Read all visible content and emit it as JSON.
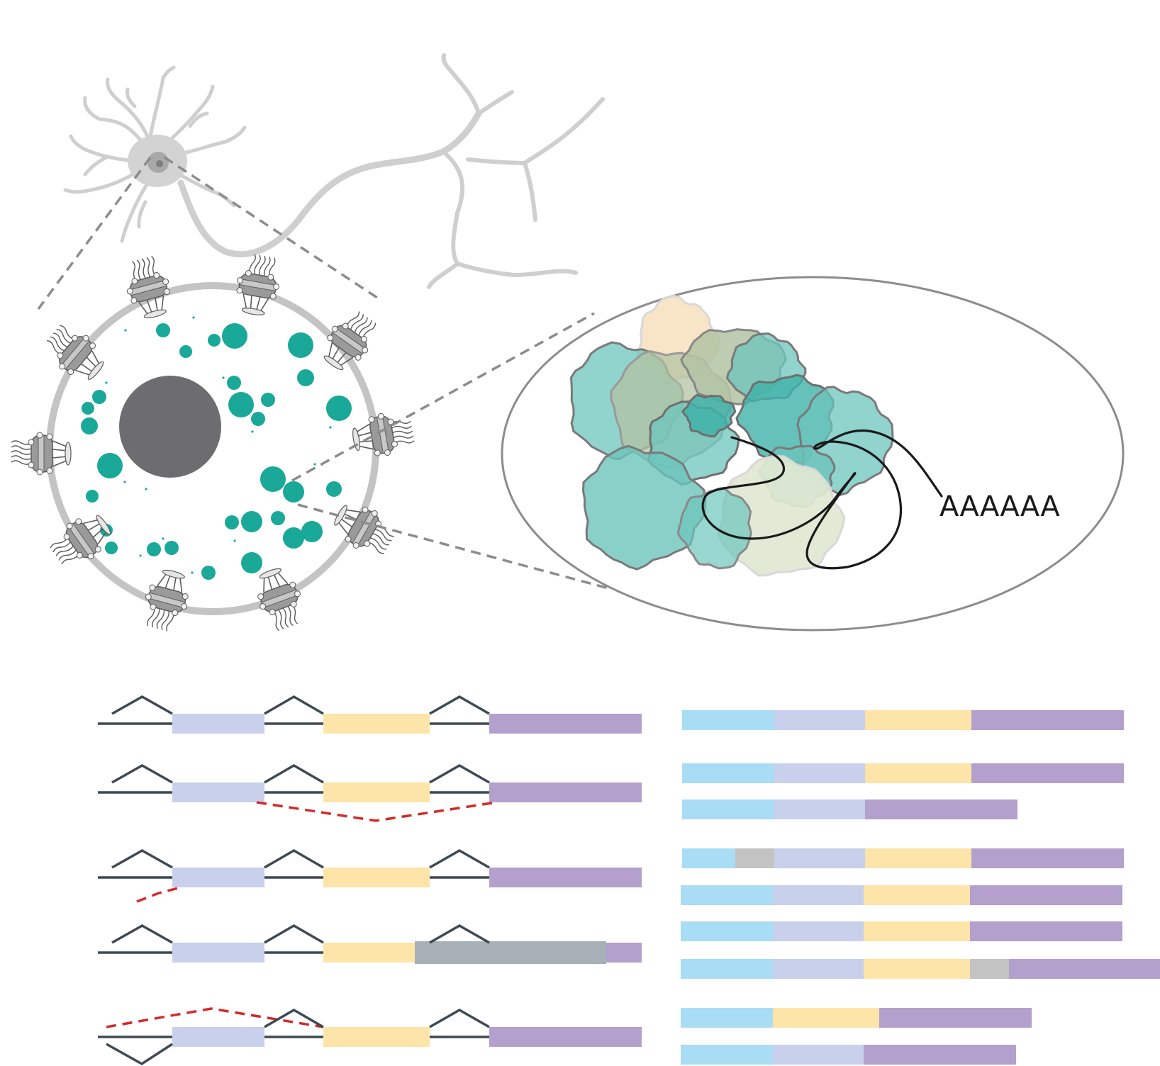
{
  "figure": {
    "poly_a_label": "AAAAAA"
  },
  "colors": {
    "neuron": "#cfcfcf",
    "nucleus": "#6d6d70",
    "granule": "#1aa898",
    "condensate_teal": "#6cc4bc",
    "condensate_teal_dark": "#3fb1a8",
    "condensate_beige": "#f8e4c4",
    "condensate_olive": "#b3c3a3",
    "condensate_pale_green": "#dfe8d3",
    "exon_5utr": "#a9dcf5",
    "exon_a": "#c8d0ec",
    "exon_b": "#fde4a8",
    "exon_c": "#b3a0cc",
    "exon_extra": "#c3c3c3",
    "alt_junction": "#d42a2a",
    "intron_line": "#3d4a52"
  },
  "gene_rows": [
    {
      "alt": "none"
    },
    {
      "alt": "skip"
    },
    {
      "alt": "first"
    },
    {
      "alt": "cryptic"
    },
    {
      "alt": "alt_first"
    }
  ],
  "transcripts": [
    [
      "utr",
      "a",
      "b",
      "c"
    ],
    [
      "utr",
      "a",
      "b",
      "c"
    ],
    [
      "utr",
      "a",
      "c"
    ],
    [
      "utr",
      "x",
      "a",
      "b",
      "c"
    ],
    [
      "utr",
      "a",
      "b",
      "c"
    ],
    [
      "utr",
      "a",
      "b",
      "c"
    ],
    [
      "utr",
      "a",
      "b",
      "x",
      "c"
    ],
    [
      "utr",
      "b",
      "c"
    ],
    [
      "utr",
      "a",
      "c"
    ]
  ]
}
